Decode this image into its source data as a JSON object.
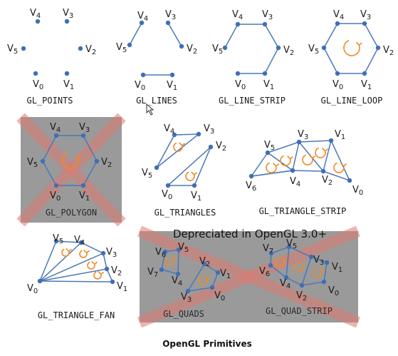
{
  "title": "OpenGL Primitives",
  "deprecated_note": "Depreciated in OpenGL 3.0+",
  "panels": {
    "points": {
      "caption": "GL_POINTS",
      "labels": [
        "V0",
        "V1",
        "V2",
        "V3",
        "V4",
        "V5"
      ]
    },
    "lines": {
      "caption": "GL_LINES",
      "labels": [
        "V0",
        "V1",
        "V2",
        "V3",
        "V4",
        "V5"
      ]
    },
    "line_strip": {
      "caption": "GL_LINE_STRIP",
      "labels": [
        "V0",
        "V1",
        "V2",
        "V3",
        "V4",
        "V5"
      ]
    },
    "line_loop": {
      "caption": "GL_LINE_LOOP",
      "labels": [
        "V0",
        "V1",
        "V2",
        "V3",
        "V4",
        "V5"
      ]
    },
    "polygon": {
      "caption": "GL_POLYGON",
      "labels": [
        "V0",
        "V1",
        "V2",
        "V3",
        "V4",
        "V5"
      ]
    },
    "triangles": {
      "caption": "GL_TRIANGLES",
      "labels": [
        "V0",
        "V1",
        "V2",
        "V3",
        "V4",
        "V5"
      ]
    },
    "triangle_strip": {
      "caption": "GL_TRIANGLE_STRIP",
      "labels": [
        "V0",
        "V1",
        "V2",
        "V3",
        "V4",
        "V5",
        "V6"
      ]
    },
    "triangle_fan": {
      "caption": "GL_TRIANGLE_FAN",
      "labels": [
        "V0",
        "V1",
        "V2",
        "V3",
        "V4",
        "V5"
      ]
    },
    "quads": {
      "caption": "GL_QUADS",
      "labels": [
        "V0",
        "V1",
        "V2",
        "V3",
        "V4",
        "V5",
        "V6",
        "V7"
      ]
    },
    "quad_strip": {
      "caption": "GL_QUAD_STRIP",
      "labels": [
        "V0",
        "V1",
        "V2",
        "V3",
        "V4",
        "V5",
        "V6",
        "V7"
      ]
    }
  },
  "colors": {
    "vertex": "#3f6fb5",
    "edge": "#4a78b8",
    "winding_arrow": "#f08a24",
    "deprecated_panel": "#9a9a9a",
    "cross": "#e07a70"
  },
  "icons": {
    "winding": "counter-clockwise-arrow-icon",
    "deprecated": "red-cross-icon"
  }
}
